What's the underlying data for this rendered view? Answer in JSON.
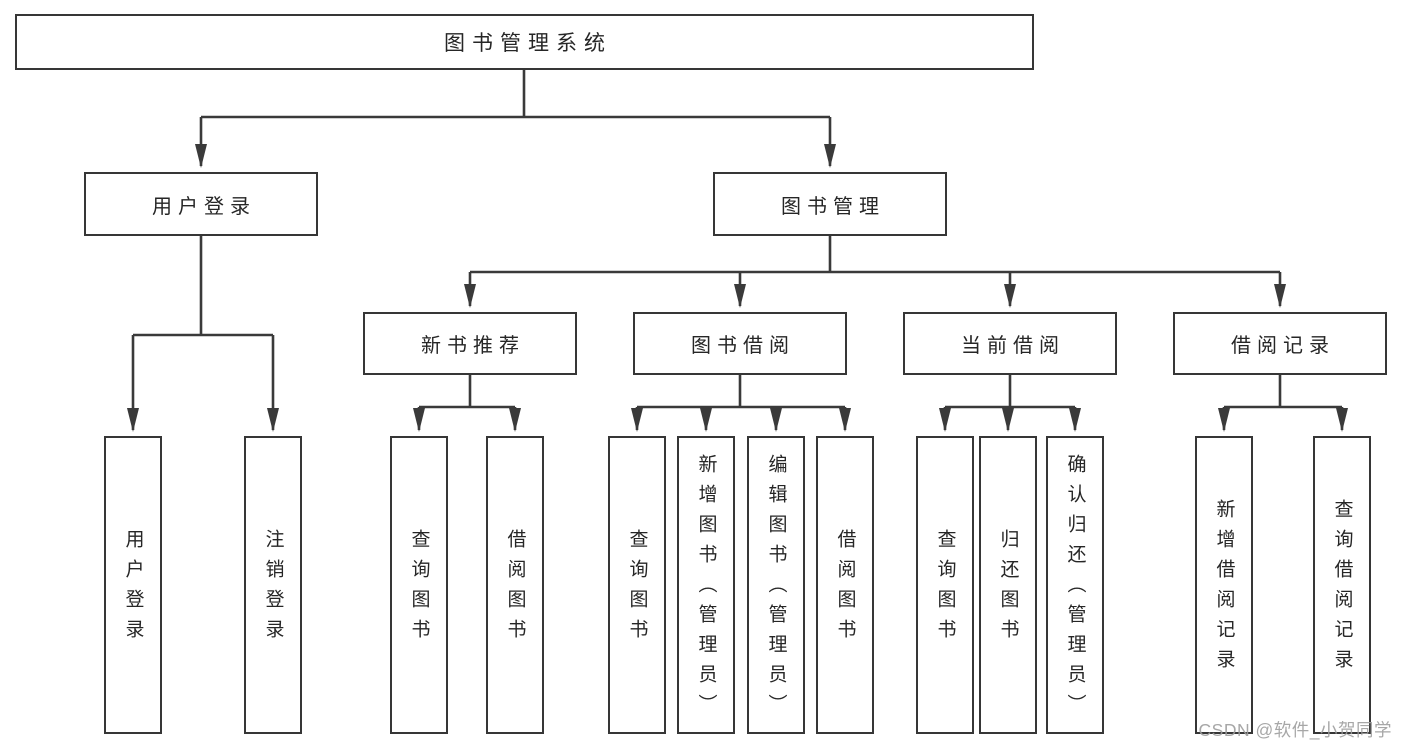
{
  "colors": {
    "background": "#ffffff",
    "line": "#3a3a3a",
    "border": "#363636",
    "text": "#262626",
    "watermark": "#9e9e9e"
  },
  "watermark": "CSDN @软件_小贺同学",
  "tree": {
    "root": {
      "label": "图书管理系统"
    },
    "branches": [
      {
        "label": "用户登录",
        "children": [
          {
            "label": "用户登录"
          },
          {
            "label": "注销登录"
          }
        ]
      },
      {
        "label": "图书管理",
        "sections": [
          {
            "label": "新书推荐",
            "children": [
              {
                "label": "查询图书"
              },
              {
                "label": "借阅图书"
              }
            ]
          },
          {
            "label": "图书借阅",
            "children": [
              {
                "label": "查询图书"
              },
              {
                "label": "新增图书（管理员）"
              },
              {
                "label": "编辑图书（管理员）"
              },
              {
                "label": "借阅图书"
              }
            ]
          },
          {
            "label": "当前借阅",
            "children": [
              {
                "label": "查询图书"
              },
              {
                "label": "归还图书"
              },
              {
                "label": "确认归还（管理员）"
              }
            ]
          },
          {
            "label": "借阅记录",
            "children": [
              {
                "label": "新增借阅记录"
              },
              {
                "label": "查询借阅记录"
              }
            ]
          }
        ]
      }
    ]
  }
}
